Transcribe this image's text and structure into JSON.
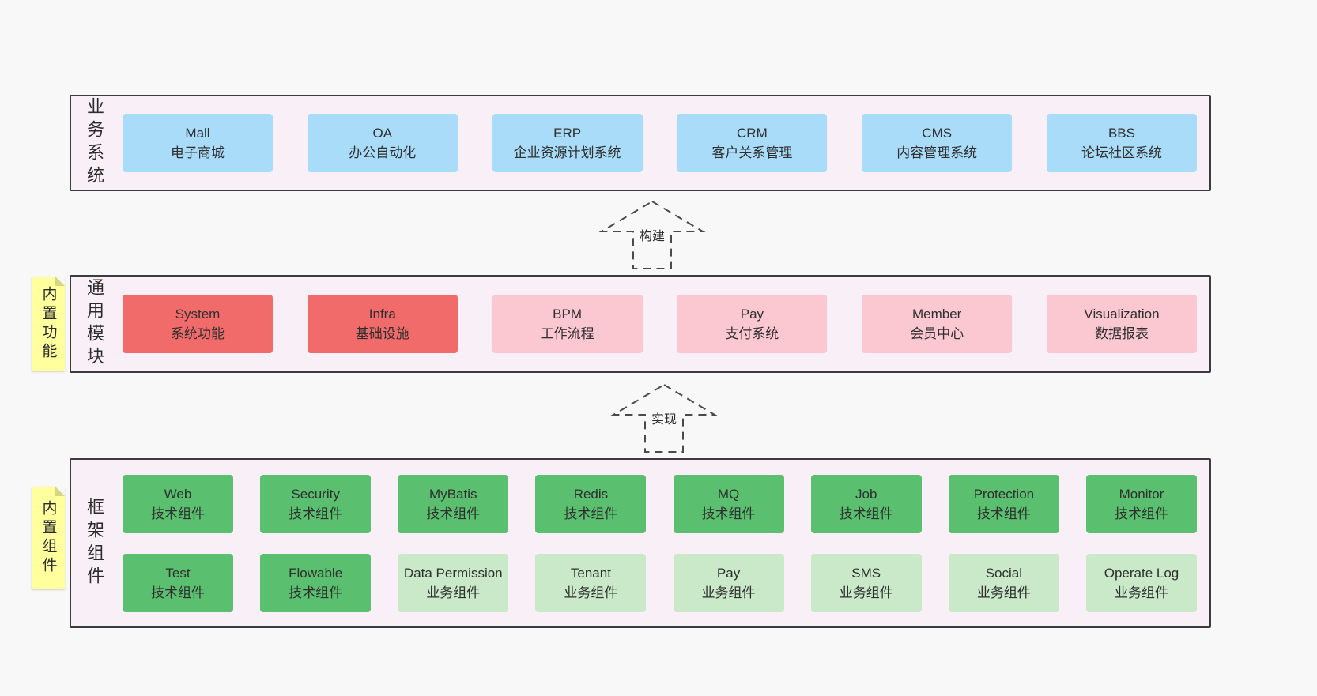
{
  "bands": [
    {
      "label": "业务系统",
      "items": [
        {
          "title": "Mall",
          "subtitle": "电子商城",
          "tone": "blue"
        },
        {
          "title": "OA",
          "subtitle": "办公自动化",
          "tone": "blue"
        },
        {
          "title": "ERP",
          "subtitle": "企业资源计划系统",
          "tone": "blue"
        },
        {
          "title": "CRM",
          "subtitle": "客户关系管理",
          "tone": "blue"
        },
        {
          "title": "CMS",
          "subtitle": "内容管理系统",
          "tone": "blue"
        },
        {
          "title": "BBS",
          "subtitle": "论坛社区系统",
          "tone": "blue"
        }
      ]
    },
    {
      "sticky": "内置功能",
      "label": "通用模块",
      "items": [
        {
          "title": "System",
          "subtitle": "系统功能",
          "tone": "red"
        },
        {
          "title": "Infra",
          "subtitle": "基础设施",
          "tone": "red"
        },
        {
          "title": "BPM",
          "subtitle": "工作流程",
          "tone": "pink"
        },
        {
          "title": "Pay",
          "subtitle": "支付系统",
          "tone": "pink"
        },
        {
          "title": "Member",
          "subtitle": "会员中心",
          "tone": "pink"
        },
        {
          "title": "Visualization",
          "subtitle": "数据报表",
          "tone": "pink"
        }
      ]
    },
    {
      "sticky": "内置组件",
      "label": "框架组件",
      "rows": [
        [
          {
            "title": "Web",
            "subtitle": "技术组件",
            "tone": "green"
          },
          {
            "title": "Security",
            "subtitle": "技术组件",
            "tone": "green"
          },
          {
            "title": "MyBatis",
            "subtitle": "技术组件",
            "tone": "green"
          },
          {
            "title": "Redis",
            "subtitle": "技术组件",
            "tone": "green"
          },
          {
            "title": "MQ",
            "subtitle": "技术组件",
            "tone": "green"
          },
          {
            "title": "Job",
            "subtitle": "技术组件",
            "tone": "green"
          },
          {
            "title": "Protection",
            "subtitle": "技术组件",
            "tone": "green"
          },
          {
            "title": "Monitor",
            "subtitle": "技术组件",
            "tone": "green"
          }
        ],
        [
          {
            "title": "Test",
            "subtitle": "技术组件",
            "tone": "green"
          },
          {
            "title": "Flowable",
            "subtitle": "技术组件",
            "tone": "green"
          },
          {
            "title": "Data Permission",
            "subtitle": "业务组件",
            "tone": "lightgreen"
          },
          {
            "title": "Tenant",
            "subtitle": "业务组件",
            "tone": "lightgreen"
          },
          {
            "title": "Pay",
            "subtitle": "业务组件",
            "tone": "lightgreen"
          },
          {
            "title": "SMS",
            "subtitle": "业务组件",
            "tone": "lightgreen"
          },
          {
            "title": "Social",
            "subtitle": "业务组件",
            "tone": "lightgreen"
          },
          {
            "title": "Operate Log",
            "subtitle": "业务组件",
            "tone": "lightgreen"
          }
        ]
      ]
    }
  ],
  "arrows": [
    {
      "label": "构建"
    },
    {
      "label": "实现"
    }
  ],
  "colors": {
    "page_bg": "#f8f8f8",
    "band_bg": "#f9eff7",
    "band_border": "#3c3c3c",
    "blue": "#a9dcf9",
    "red": "#f26b6b",
    "pink": "#fbc7d1",
    "green": "#5abf6e",
    "light_green": "#c9e9c8",
    "sticky_yellow": "#ffff9d",
    "text": "#2f2f2f"
  }
}
